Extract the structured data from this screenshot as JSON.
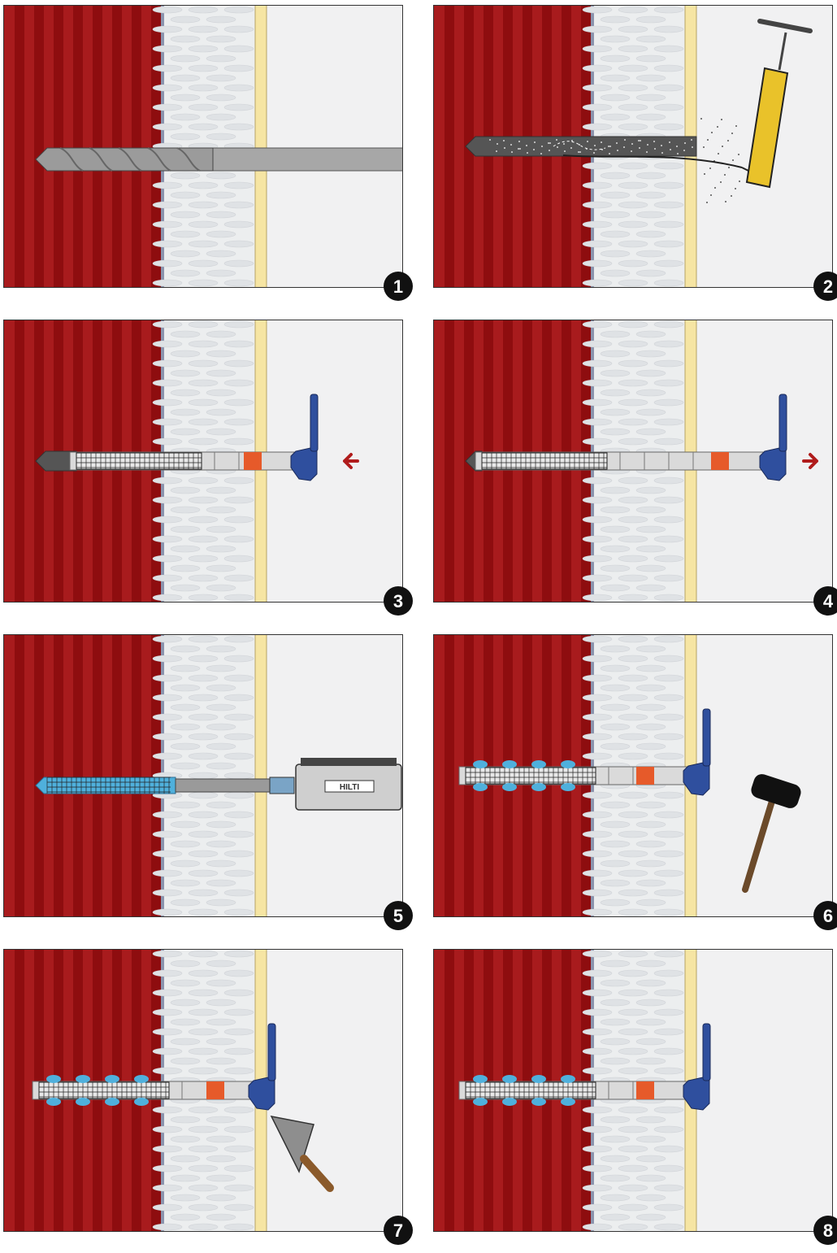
{
  "steps": [
    {
      "number": "1",
      "action": "drill-hole",
      "tool": "drill-bit-icon"
    },
    {
      "number": "2",
      "action": "clean-hole",
      "tool": "hand-pump-icon"
    },
    {
      "number": "3",
      "action": "insert-sleeve",
      "tool": "sleeve-inserter-icon",
      "arrow": "left"
    },
    {
      "number": "4",
      "action": "withdraw-tool",
      "tool": "sleeve-inserter-icon",
      "arrow": "right"
    },
    {
      "number": "5",
      "action": "inject-mortar",
      "tool": "mortar-dispenser-icon",
      "cartridge_logo": "HILTI"
    },
    {
      "number": "6",
      "action": "tap-anchor",
      "tool": "hammer-icon"
    },
    {
      "number": "7",
      "action": "seal-surface",
      "tool": "putty-knife-icon"
    },
    {
      "number": "8",
      "action": "finished",
      "tool": "anchor-set-icon"
    }
  ],
  "colors": {
    "masonry": "#a81b1d",
    "masonry_stripe": "#8e0d0f",
    "insulation": "#eceeef",
    "render": "#f6e5a3",
    "panel_bg": "#f1f1f2",
    "anchor_blue": "#2f4f9e",
    "mortar_blue": "#4fb0dc",
    "mark_orange": "#e65a2a",
    "arrow_red": "#b01c1c"
  }
}
